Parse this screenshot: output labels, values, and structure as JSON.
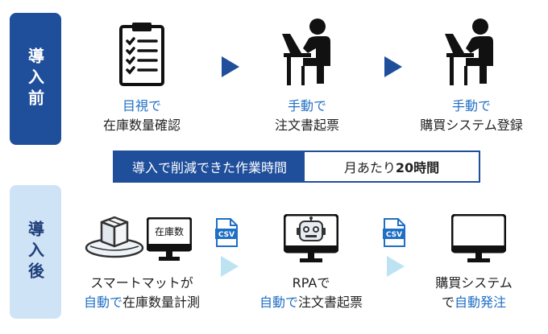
{
  "colors": {
    "navy": "#1f4e9b",
    "light_blue": "#cfe3f6",
    "accent_blue": "#1f6fc5",
    "arrow_light": "#bde3f3"
  },
  "before": {
    "label": "導入前",
    "steps": [
      {
        "icon": "clipboard-checklist-icon",
        "line1": "目視で",
        "line2": "在庫数量確認"
      },
      {
        "icon": "person-at-laptop-icon",
        "line1": "手動で",
        "line2": "注文書起票"
      },
      {
        "icon": "person-at-laptop-icon",
        "line1": "手動で",
        "line2": "購買システム登録"
      }
    ]
  },
  "summary": {
    "label": "導入で削減できた作業時間",
    "value_prefix": "月あたり",
    "value_strong": "20時間"
  },
  "after": {
    "label": "導入後",
    "csv_badge": "CSV",
    "monitor_label": "在庫数",
    "steps": [
      {
        "icon": "smart-mat-with-box-and-monitor-icon",
        "line1": "スマートマットが",
        "line2_blue": "自動で",
        "line2_rest": "在庫数量計測"
      },
      {
        "icon": "robot-monitor-icon",
        "line1": "RPAで",
        "line2_blue": "自動で",
        "line2_rest": "注文書起票"
      },
      {
        "icon": "monitor-icon",
        "line1": "購買システム",
        "line2_plain": "で",
        "line2_blue": "自動発注"
      }
    ]
  }
}
